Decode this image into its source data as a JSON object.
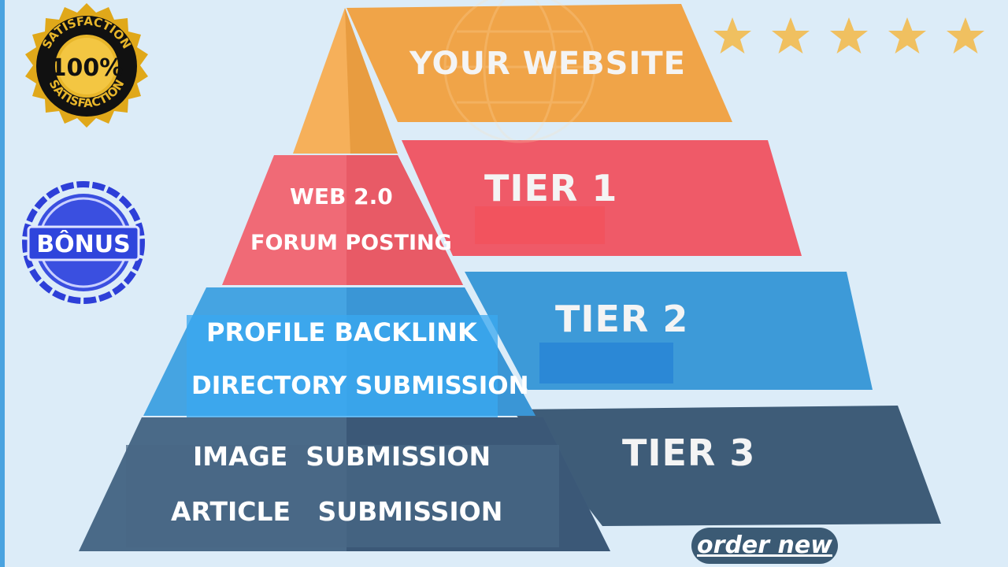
{
  "header": {
    "site_label": "YOUR WEBSITE"
  },
  "tiers": [
    {
      "title": "TIER 1",
      "items": [
        "WEB 2.0",
        "FORUM POSTING"
      ]
    },
    {
      "title": "TIER 2",
      "items": [
        "PROFILE BACKLINK",
        "DIRECTORY SUBMISSION"
      ]
    },
    {
      "title": "TIER 3",
      "items": [
        "IMAGE  SUBMISSION",
        "ARTICLE   SUBMISSION"
      ]
    }
  ],
  "rating": {
    "stars": 5
  },
  "badges": {
    "satisfaction": {
      "center": "100%",
      "ring": "SATISFACTION"
    },
    "bonus": {
      "text": "BÔNUS"
    }
  },
  "cta": {
    "label": "order new"
  },
  "colors": {
    "website": "#f0a448",
    "tier1": "#ef5a68",
    "tier2": "#3d9ad8",
    "tier3": "#3e5c78",
    "star": "#f0c060",
    "background": "#dcecf8"
  },
  "icons": [
    "star-icon",
    "satisfaction-seal-icon",
    "bonus-stamp-icon",
    "globe-icon"
  ]
}
